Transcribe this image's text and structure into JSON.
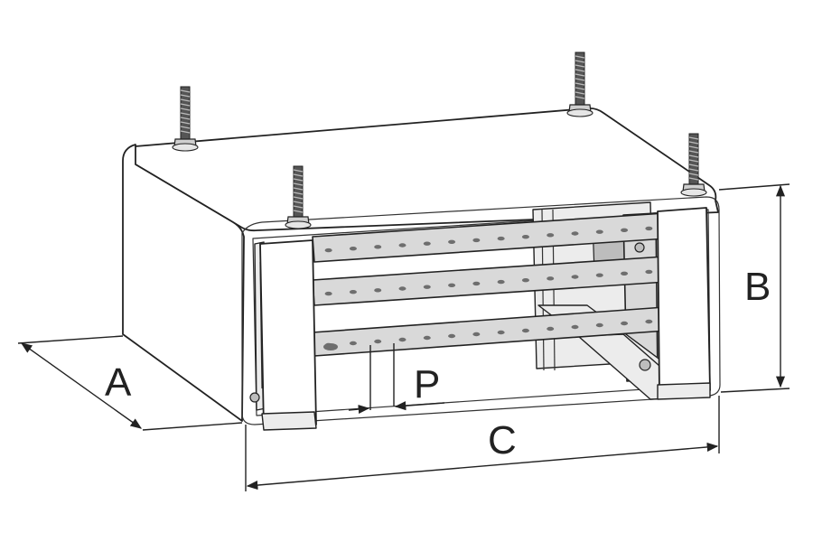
{
  "labels": {
    "a": "A",
    "b": "B",
    "c": "C",
    "p": "P"
  },
  "colors": {
    "line": "#222222",
    "panel": "#ffffff",
    "metal": "#d9d9d9",
    "hole": "#6e6e6e"
  }
}
